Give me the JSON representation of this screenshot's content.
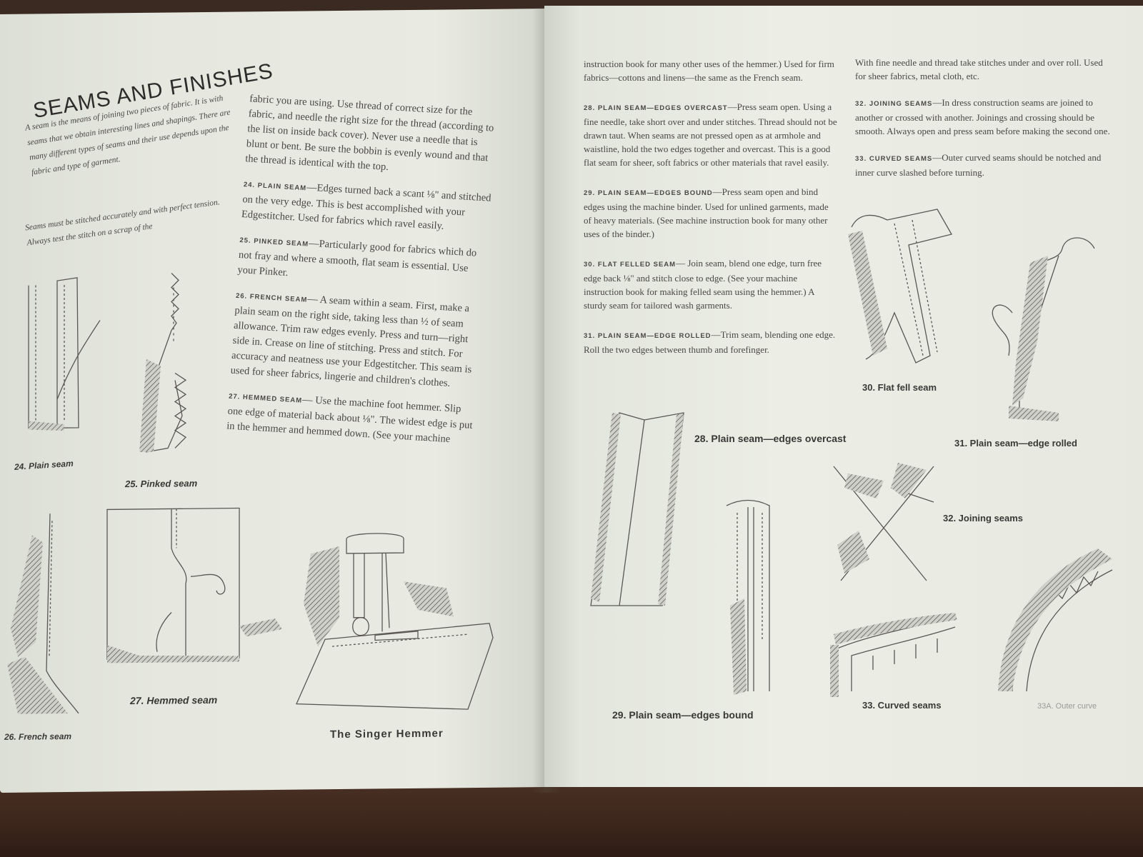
{
  "left_page": {
    "title": "SEAMS AND FINISHES",
    "intro_1": "A seam is the means of joining two pieces of fabric. It is with seams that we obtain interesting lines and shapings. There are many different types of seams and their use depends upon the fabric and type of garment.",
    "intro_2": "Seams must be stitched accurately and with perfect tension. Always test the stitch on a scrap of the",
    "col2_lead": "fabric you are using. Use thread of correct size for the fabric, and needle the right size for the thread (according to the list on inside back cover). Never use a needle that is blunt or bent. Be sure the bobbin is evenly wound and that the thread is identical with the top.",
    "sections": [
      {
        "heading": "24. PLAIN SEAM",
        "text": "—Edges turned back a scant ⅛\" and stitched on the very edge. This is best accomplished with your Edgestitcher. Used for fabrics which ravel easily."
      },
      {
        "heading": "25. PINKED SEAM",
        "text": "—Particularly good for fabrics which do not fray and where a smooth, flat seam is essential. Use your Pinker."
      },
      {
        "heading": "26. FRENCH SEAM",
        "text": "— A seam within a seam. First, make a plain seam on the right side, taking less than ½ of seam allowance. Trim raw edges evenly. Press and turn—right side in. Crease on line of stitching. Press and stitch. For accuracy and neatness use your Edgestitcher. This seam is used for sheer fabrics, lingerie and children's clothes."
      },
      {
        "heading": "27. HEMMED SEAM",
        "text": "— Use the machine foot hemmer. Slip one edge of material back about ⅛\". The widest edge is put in the hemmer and hemmed down. (See your machine"
      }
    ],
    "captions": {
      "c24": "24. Plain seam",
      "c25": "25. Pinked seam",
      "c26": "26. French seam",
      "c27": "27. Hemmed seam",
      "hemmer": "The Singer Hemmer"
    }
  },
  "right_page": {
    "col1_lead": "instruction book for many other uses of the hemmer.) Used for firm fabrics—cottons and linens—the same as the French seam.",
    "col1_sections": [
      {
        "heading": "28. PLAIN SEAM—EDGES OVERCAST",
        "text": "—Press seam open. Using a fine needle, take short over and under stitches. Thread should not be drawn taut. When seams are not pressed open as at armhole and waistline, hold the two edges together and overcast. This is a good flat seam for sheer, soft fabrics or other materials that ravel easily."
      },
      {
        "heading": "29. PLAIN SEAM—EDGES BOUND",
        "text": "—Press seam open and bind edges using the machine binder. Used for unlined garments, made of heavy materials. (See machine instruction book for many other uses of the binder.)"
      },
      {
        "heading": "30. FLAT FELLED SEAM",
        "text": "— Join seam, blend one edge, turn free edge back ⅛\" and stitch close to edge. (See your machine instruction book for making felled seam using the hemmer.) A sturdy seam for tailored wash garments."
      },
      {
        "heading": "31. PLAIN SEAM—EDGE ROLLED",
        "text": "—Trim seam, blending one edge. Roll the two edges between thumb and forefinger."
      }
    ],
    "col2_lead": "With fine needle and thread take stitches under and over roll. Used for sheer fabrics, metal cloth, etc.",
    "col2_sections": [
      {
        "heading": "32. JOINING SEAMS",
        "text": "—In dress construction seams are joined to another or crossed with another. Joinings and crossing should be smooth. Always open and press seam before making the second one."
      },
      {
        "heading": "33. CURVED SEAMS",
        "text": "—Outer curved seams should be notched and inner curve slashed before turning."
      }
    ],
    "captions": {
      "c28": "28. Plain seam—edges overcast",
      "c29": "29. Plain seam—edges bound",
      "c30": "30. Flat fell seam",
      "c31": "31. Plain seam—edge rolled",
      "c32": "32. Joining seams",
      "c33": "33. Curved seams",
      "c33a": "33A. Outer curve"
    }
  },
  "colors": {
    "paper": "#e9ebe3",
    "ink": "#3d3a36",
    "table": "#3a2a22"
  }
}
